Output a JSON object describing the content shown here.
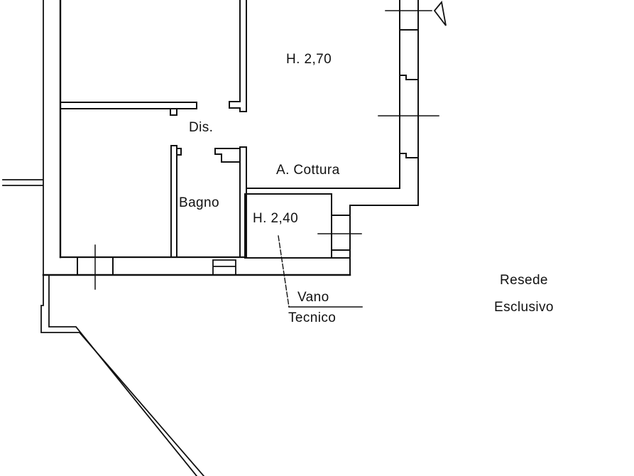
{
  "document": {
    "type": "architectural floor plan"
  },
  "rooms": {
    "main_room": {
      "height_label": "H. 2,70"
    },
    "hallway": {
      "label": "Dis."
    },
    "kitchen": {
      "label": "A. Cottura"
    },
    "bathroom": {
      "label": "Bagno"
    },
    "technical_room": {
      "height_label": "H. 2,40",
      "label_line1": "Vano",
      "label_line2": "Tecnico"
    },
    "courtyard": {
      "label_line1": "Resede",
      "label_line2": "Esclusivo"
    }
  },
  "colors": {
    "line": "#111111",
    "background": "#ffffff",
    "text": "#111111"
  }
}
